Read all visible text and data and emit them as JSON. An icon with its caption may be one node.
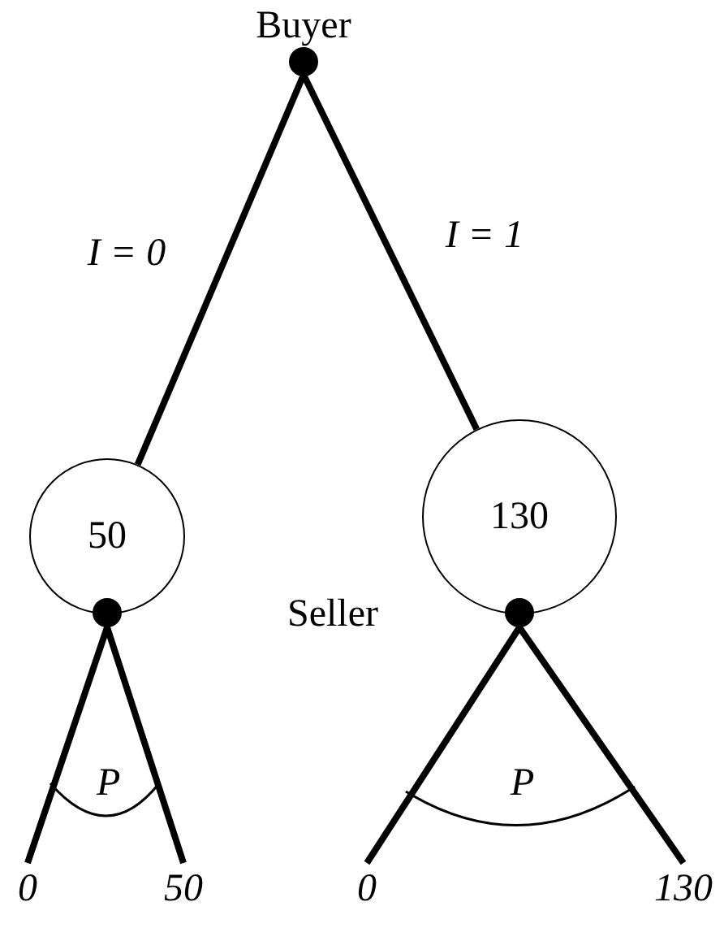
{
  "diagram": {
    "nodes": [
      {
        "text": [
          "Buyer"
        ]
      },
      {
        "text": [
          "50"
        ]
      },
      {
        "text": [
          "130"
        ]
      },
      {
        "text": [
          "0"
        ]
      },
      {
        "text": [
          "50"
        ]
      },
      {
        "text": [
          "0"
        ]
      },
      {
        "text": [
          "130"
        ]
      }
    ],
    "edges": [
      {
        "from": 0,
        "to": 1,
        "arrow": "none",
        "label": "I = 0"
      },
      {
        "from": 0,
        "to": 2,
        "arrow": "none",
        "label": "I = 1"
      },
      {
        "from": 1,
        "to": 3,
        "arrow": "none"
      },
      {
        "from": 1,
        "to": 4,
        "arrow": "none"
      },
      {
        "from": 2,
        "to": 5,
        "arrow": "none"
      },
      {
        "from": 2,
        "to": 6,
        "arrow": "none"
      }
    ],
    "labels": [
      "Seller",
      "P",
      "P"
    ]
  }
}
